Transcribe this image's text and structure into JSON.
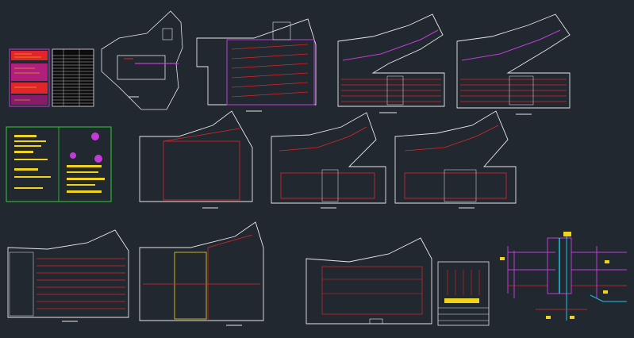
{
  "colors": {
    "background": "#212830",
    "wall": "#e8e8e8",
    "pipe": "#e0262b",
    "riser": "#c23bd6",
    "equipment": "#f2d31b",
    "frame_green": "#2fd22f",
    "annotation": "#1ec4e0",
    "sprinkler": "#f07b1c"
  },
  "sheets": [
    {
      "id": "legend-sheet-red"
    },
    {
      "id": "schedule-table"
    },
    {
      "id": "site-plan"
    },
    {
      "id": "ground-floor-plan"
    },
    {
      "id": "typical-floor-plan-a"
    },
    {
      "id": "typical-floor-plan-b"
    },
    {
      "id": "general-notes-sheet"
    },
    {
      "id": "basement-plan"
    },
    {
      "id": "floor-plan-c"
    },
    {
      "id": "floor-plan-d"
    },
    {
      "id": "parking-plan-a"
    },
    {
      "id": "parking-plan-b"
    },
    {
      "id": "roof-plan"
    },
    {
      "id": "detail-sheet"
    },
    {
      "id": "riser-diagram"
    }
  ]
}
